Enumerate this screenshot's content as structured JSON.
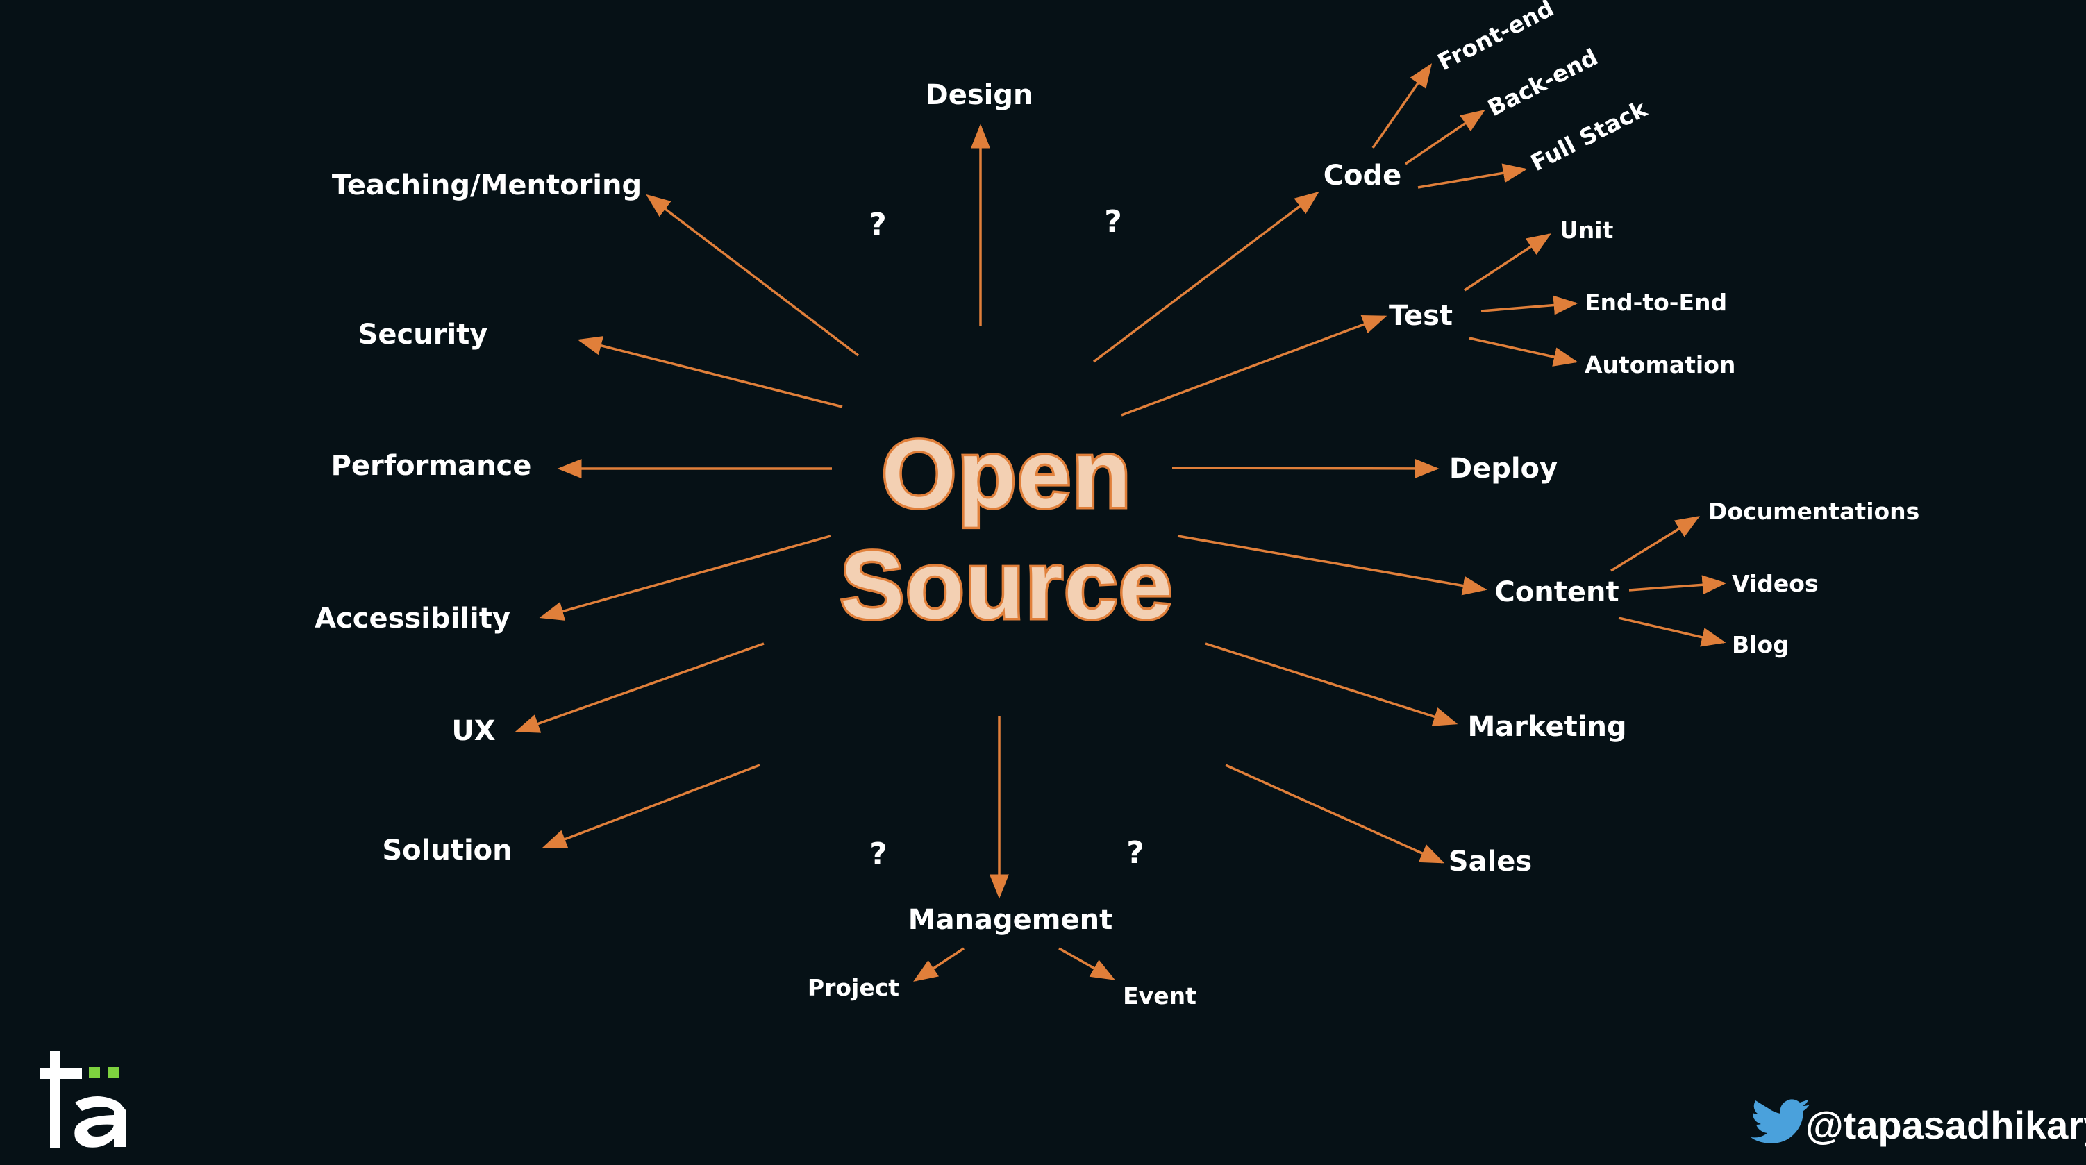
{
  "center": {
    "line1": "Open",
    "line2": "Source"
  },
  "colors": {
    "background": "#061116",
    "accent": "#e07f3a",
    "title_fill": "#f3d0b3",
    "text": "#ffffff",
    "logo_green": "#7ed23f",
    "twitter_blue": "#4aa1dc"
  },
  "branches": [
    {
      "id": "design",
      "label": "Design"
    },
    {
      "id": "teaching",
      "label": "Teaching/Mentoring"
    },
    {
      "id": "security",
      "label": "Security"
    },
    {
      "id": "performance",
      "label": "Performance"
    },
    {
      "id": "accessibility",
      "label": "Accessibility"
    },
    {
      "id": "ux",
      "label": "UX"
    },
    {
      "id": "solution",
      "label": "Solution"
    },
    {
      "id": "management",
      "label": "Management",
      "children": [
        "Project",
        "Event"
      ]
    },
    {
      "id": "code",
      "label": "Code",
      "children": [
        "Front-end",
        "Back-end",
        "Full Stack"
      ]
    },
    {
      "id": "test",
      "label": "Test",
      "children": [
        "Unit",
        "End-to-End",
        "Automation"
      ]
    },
    {
      "id": "deploy",
      "label": "Deploy"
    },
    {
      "id": "content",
      "label": "Content",
      "children": [
        "Documentations",
        "Videos",
        "Blog"
      ]
    },
    {
      "id": "marketing",
      "label": "Marketing"
    },
    {
      "id": "sales",
      "label": "Sales"
    }
  ],
  "unknowns": [
    "?",
    "?",
    "?",
    "?"
  ],
  "logo": {
    "text": "tä"
  },
  "footer": {
    "handle": "@tapasadhikary",
    "icon": "twitter-bird-icon"
  }
}
